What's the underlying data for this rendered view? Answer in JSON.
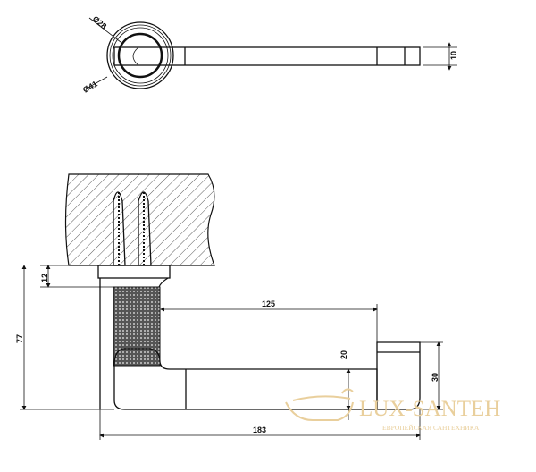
{
  "top_view": {
    "dim_rosette_inner": "Ø28",
    "dim_rosette_outer": "Ø41",
    "dim_thickness": "10"
  },
  "side_view": {
    "dim_plate": "12",
    "dim_total_height": "77",
    "dim_lever_length": "125",
    "dim_lever_height": "20",
    "dim_end_height": "30",
    "dim_total_length": "183"
  },
  "watermark": {
    "brand": "LUX-SANTEH",
    "tagline": "ЕВРОПЕЙСКАЯ САНТЕХНИКА",
    "color": "#e9cf9c"
  }
}
